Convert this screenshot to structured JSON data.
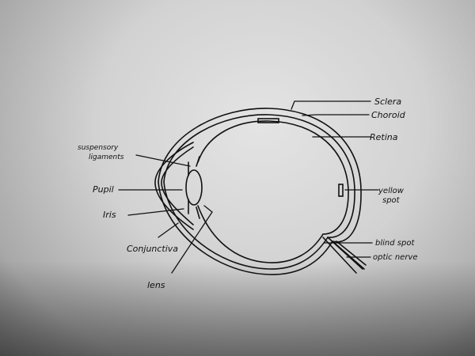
{
  "diagram": {
    "subject": "Human eye cross-section (hand drawn)",
    "labels": {
      "suspensory_ligaments_1": "suspensory",
      "suspensory_ligaments_2": "ligaments",
      "pupil": "Pupil",
      "iris": "Iris",
      "conjunctiva": "Conjunctiva",
      "lens": "lens",
      "sclera": "Sclera",
      "choroid": "Choroid",
      "retina": "Retina",
      "yellow_spot_1": "yellow",
      "yellow_spot_2": "spot",
      "blind_spot": "blind spot",
      "optic_nerve": "optic nerve"
    },
    "colors": {
      "ink": "#111111",
      "paper": "#d8d8d8"
    }
  }
}
